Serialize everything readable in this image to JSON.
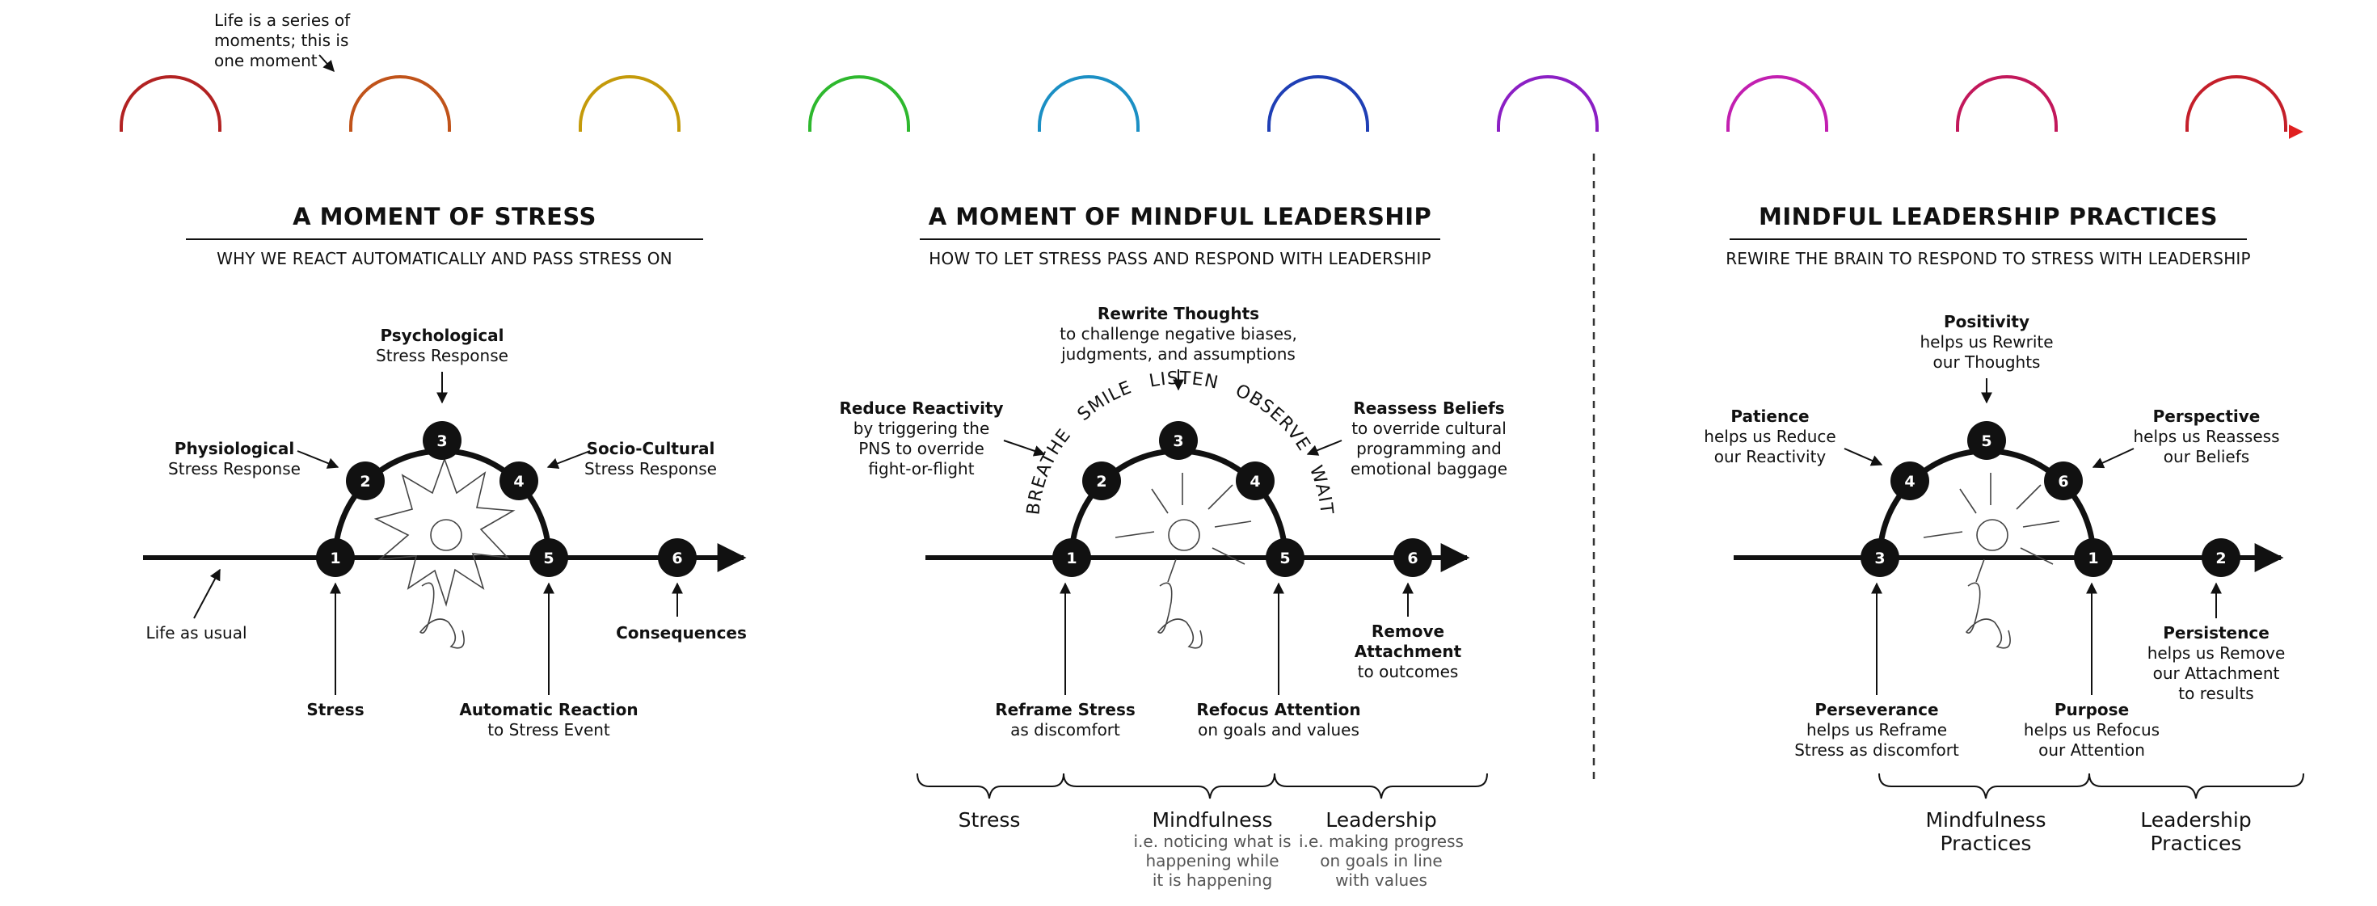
{
  "timeline": {
    "note": [
      "Life is a series of",
      "moments; this is",
      "one moment"
    ],
    "colors": [
      "#b22222",
      "#c0531a",
      "#c49a0a",
      "#2eb82e",
      "#1b8fc4",
      "#1f3fb5",
      "#8b1fc4",
      "#c21fb0",
      "#c2185b",
      "#c41f2a"
    ]
  },
  "stress": {
    "title": "A MOMENT OF STRESS",
    "subtitle": "WHY WE REACT AUTOMATICALLY AND PASS STRESS ON",
    "psych_b": "Psychological",
    "psych_r": "Stress Response",
    "physio_b": "Physiological",
    "physio_r": "Stress Response",
    "socio_b": "Socio-Cultural",
    "socio_r": "Stress Response",
    "life": "Life as usual",
    "stress": "Stress",
    "auto_b": "Automatic Reaction",
    "auto_r": "to Stress Event",
    "cons": "Consequences",
    "nodes": [
      "1",
      "2",
      "3",
      "4",
      "5",
      "6"
    ]
  },
  "mindful": {
    "title": "A MOMENT OF MINDFUL LEADERSHIP",
    "subtitle": "HOW TO LET STRESS PASS AND RESPOND WITH LEADERSHIP",
    "rewrite_b": "Rewrite Thoughts",
    "rewrite_1": "to challenge negative biases,",
    "rewrite_2": "judgments, and assumptions",
    "reduce_b": "Reduce Reactivity",
    "reduce_1": "by triggering the",
    "reduce_2": "PNS to override",
    "reduce_3": "fight-or-flight",
    "reassess_b": "Reassess Beliefs",
    "reassess_1": "to override cultural",
    "reassess_2": "programming and",
    "reassess_3": "emotional baggage",
    "arc_words": [
      "BREATHE",
      "SMILE",
      "LISTEN",
      "OBSERVE",
      "WAIT"
    ],
    "reframe_b": "Reframe Stress",
    "reframe_r": "as discomfort",
    "refocus_b": "Refocus Attention",
    "refocus_r": "on goals and values",
    "remove_b1": "Remove",
    "remove_b2": "Attachment",
    "remove_r": "to outcomes",
    "brace_stress": "Stress",
    "brace_mind": "Mindfulness",
    "mind_1": "i.e. noticing what is",
    "mind_2": "happening while",
    "mind_3": "it is happening",
    "brace_lead": "Leadership",
    "lead_1": "i.e. making progress",
    "lead_2": "on goals in line",
    "lead_3": "with values",
    "nodes": [
      "1",
      "2",
      "3",
      "4",
      "5",
      "6"
    ]
  },
  "practices": {
    "title": "MINDFUL LEADERSHIP PRACTICES",
    "subtitle": "REWIRE THE BRAIN TO RESPOND TO STRESS WITH LEADERSHIP",
    "positivity_b": "Positivity",
    "positivity_1": "helps us Rewrite",
    "positivity_2": "our Thoughts",
    "patience_b": "Patience",
    "patience_1": "helps us Reduce",
    "patience_2": "our Reactivity",
    "perspective_b": "Perspective",
    "perspective_1": "helps us Reassess",
    "perspective_2": "our Beliefs",
    "persever_b": "Perseverance",
    "persever_1": "helps us Reframe",
    "persever_2": "Stress as discomfort",
    "purpose_b": "Purpose",
    "purpose_1": "helps us Refocus",
    "purpose_2": "our Attention",
    "persist_b": "Persistence",
    "persist_1": "helps us Remove",
    "persist_2": "our Attachment",
    "persist_3": "to results",
    "brace_mind1": "Mindfulness",
    "brace_mind2": "Practices",
    "brace_lead1": "Leadership",
    "brace_lead2": "Practices",
    "nodes": [
      "3",
      "4",
      "5",
      "6",
      "1",
      "2"
    ]
  }
}
